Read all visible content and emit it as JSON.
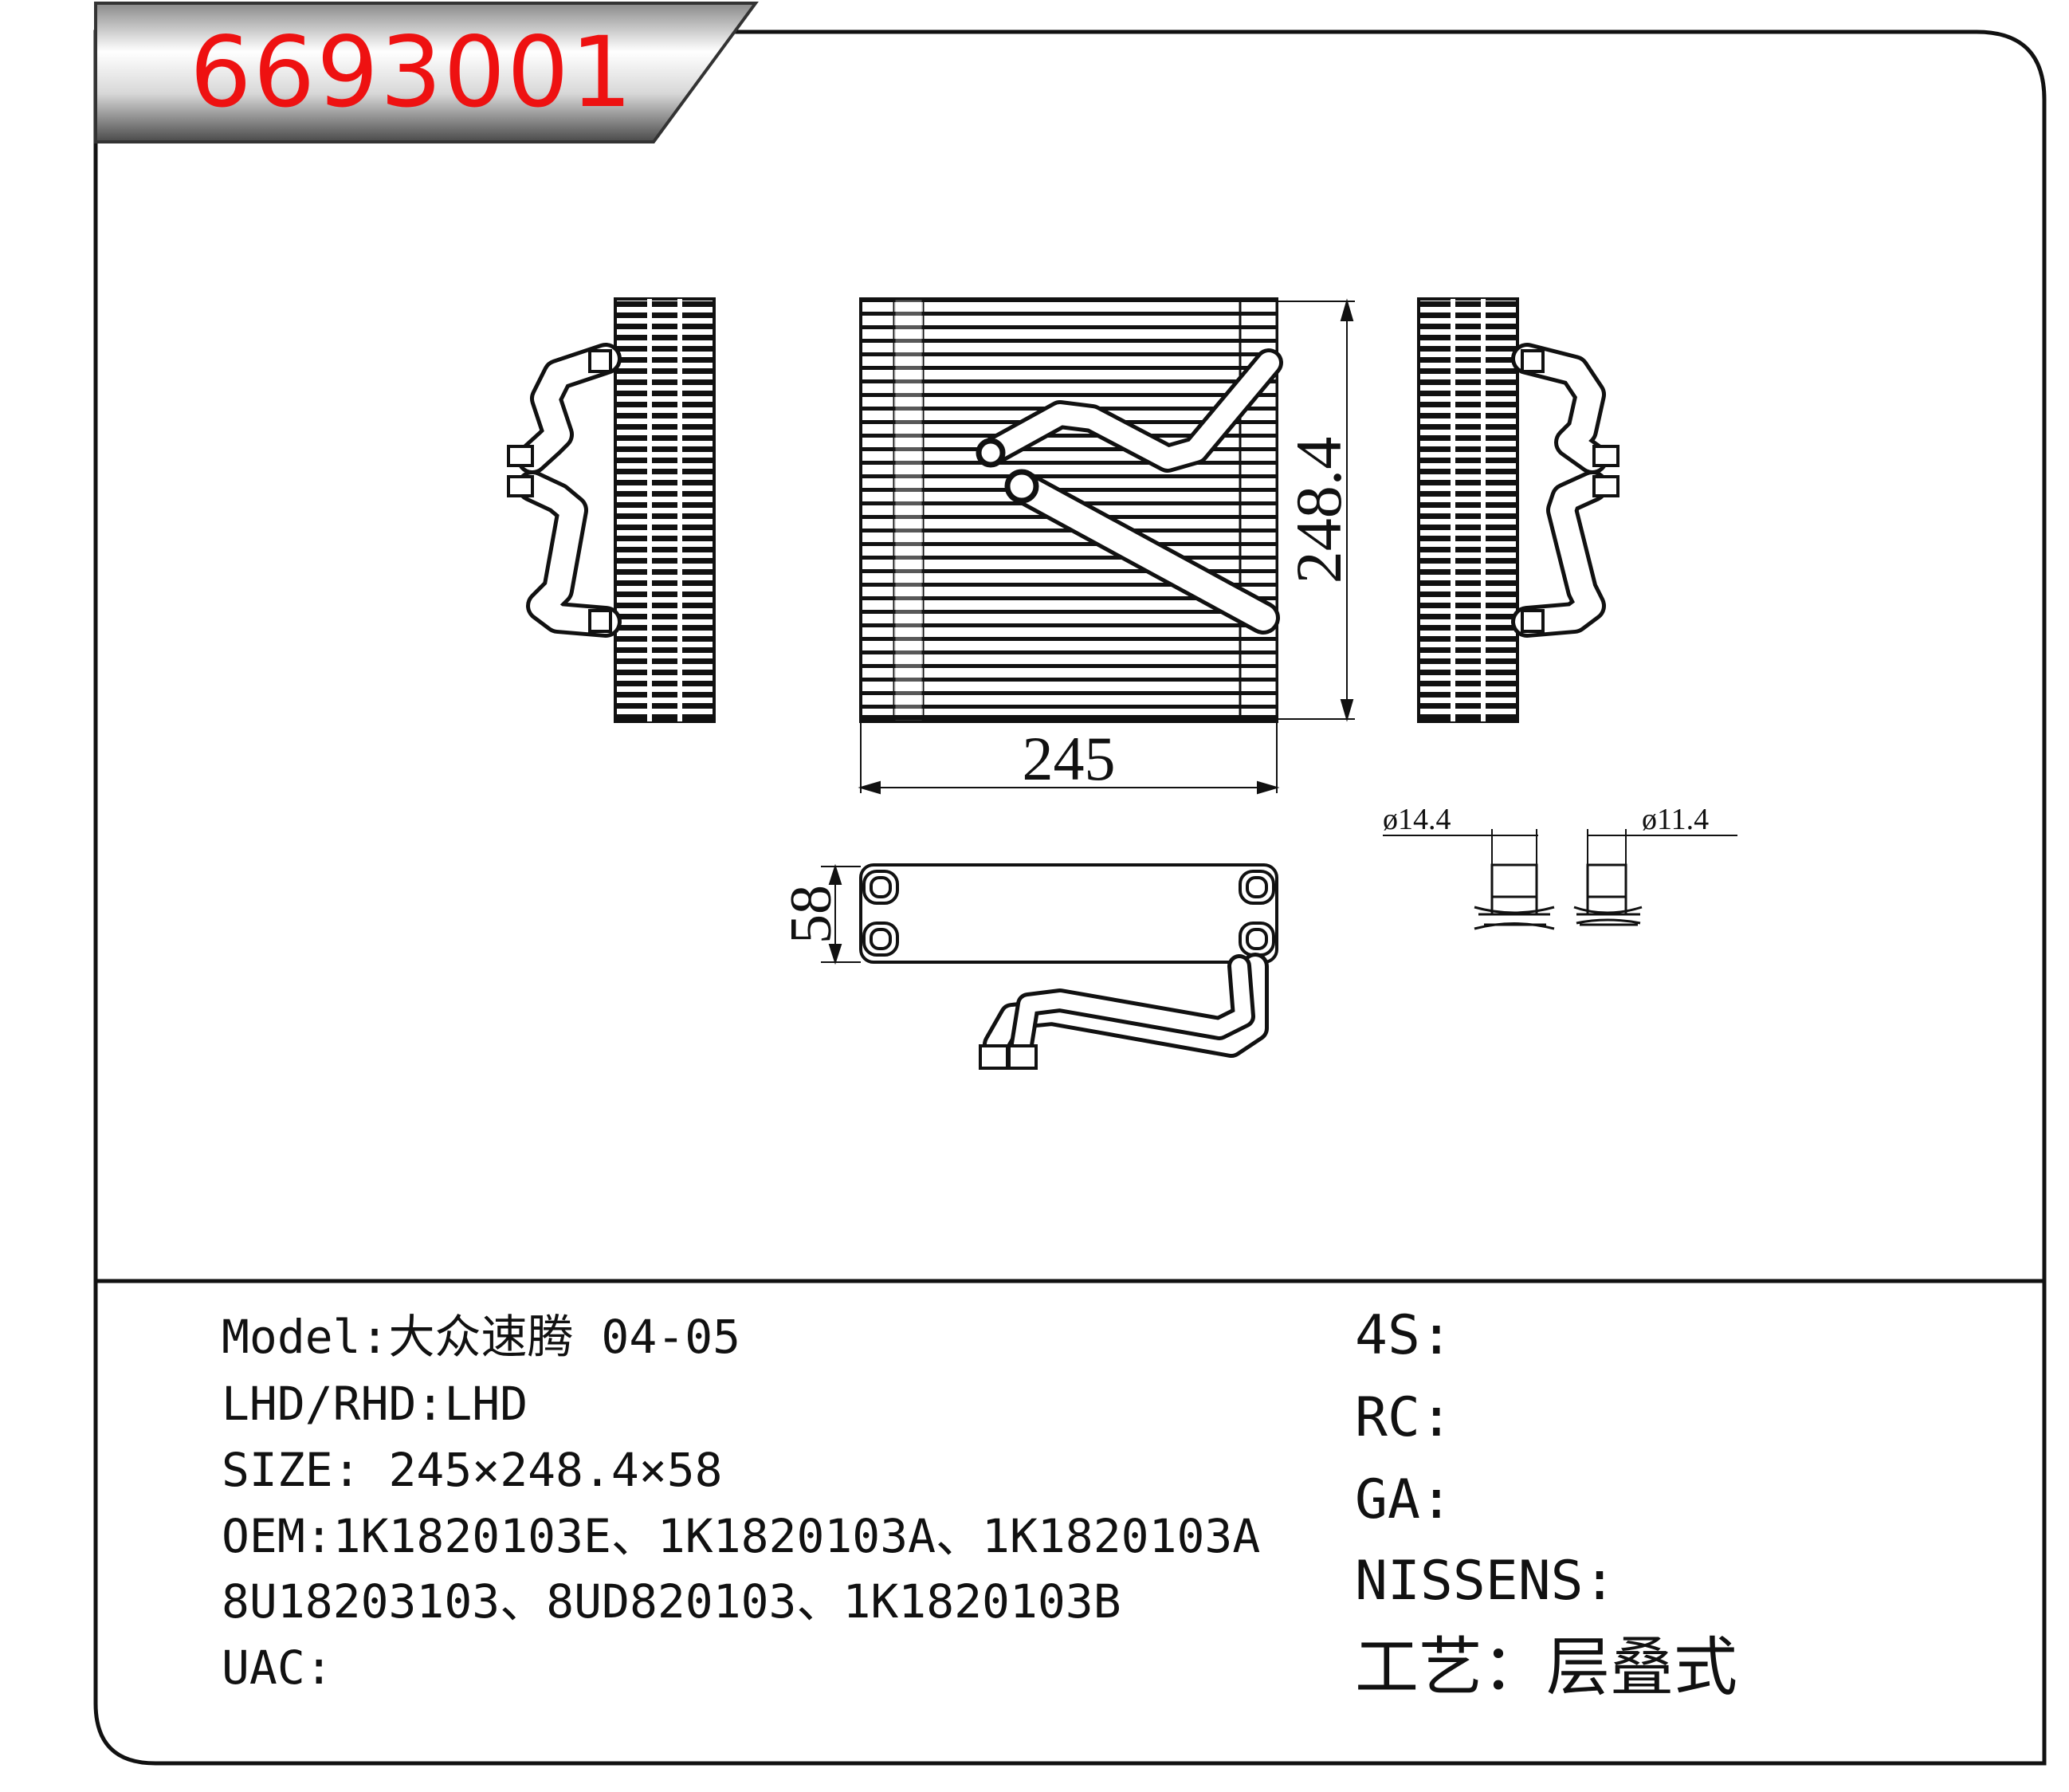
{
  "part_number": "6693001",
  "dimensions": {
    "width": "245",
    "height": "248.4",
    "depth": "58"
  },
  "pipes": {
    "inlet_dia": "ø14.4",
    "outlet_dia": "ø11.4"
  },
  "specs": {
    "model": "Model:大众速腾 04-05",
    "drive": "LHD/RHD:LHD",
    "size": "SIZE: 245×248.4×58",
    "oem_line1": "OEM:1K1820103E、1K1820103A、1K1820103A",
    "oem_line2": "8U18203103、8UD820103、1K1820103B",
    "uac": "UAC:"
  },
  "refs": {
    "s4": "4S:",
    "rc": "RC:",
    "ga": "GA:",
    "nissens": "NISSENS:",
    "process": "工艺：层叠式"
  },
  "colors": {
    "part_number": "#ee1111",
    "line": "#111111",
    "banner_dark": "#5a5a5a"
  }
}
